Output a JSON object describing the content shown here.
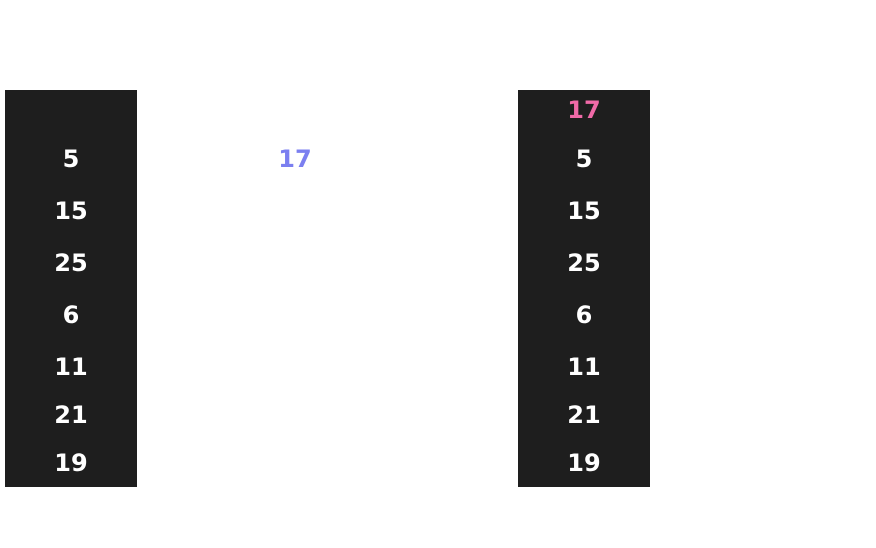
{
  "left_column": {
    "values": [
      "5",
      "15",
      "25",
      "6",
      "11",
      "21",
      "19"
    ]
  },
  "right_column": {
    "highlight_value": "17",
    "highlight_color": "#f06aa8",
    "values": [
      "5",
      "15",
      "25",
      "6",
      "11",
      "21",
      "19"
    ]
  },
  "floating_value": {
    "value": "17",
    "color": "#7b7ff0"
  }
}
